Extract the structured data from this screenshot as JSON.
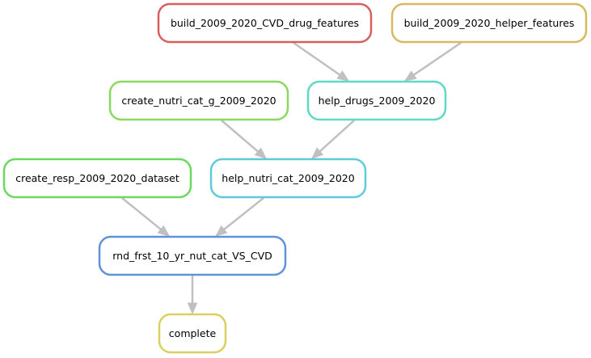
{
  "nodes": [
    {
      "id": "build_cvd",
      "label": "build_2009_2020_CVD_drug_features",
      "color": "#d95f5f"
    },
    {
      "id": "build_helper",
      "label": "build_2009_2020_helper_features",
      "color": "#d9b85f"
    },
    {
      "id": "create_nutri",
      "label": "create_nutri_cat_g_2009_2020",
      "color": "#8ad95f"
    },
    {
      "id": "help_drugs",
      "label": "help_drugs_2009_2020",
      "color": "#5fd9c4"
    },
    {
      "id": "create_resp",
      "label": "create_resp_2009_2020_dataset",
      "color": "#6ad95f"
    },
    {
      "id": "help_nutri",
      "label": "help_nutri_cat_2009_2020",
      "color": "#5fcbd9"
    },
    {
      "id": "rnd_frst",
      "label": "rnd_frst_10_yr_nut_cat_VS_CVD",
      "color": "#5f93d9"
    },
    {
      "id": "complete",
      "label": "complete",
      "color": "#d9d05f"
    }
  ],
  "edges": [
    {
      "from": "build_cvd",
      "to": "help_drugs"
    },
    {
      "from": "build_helper",
      "to": "help_drugs"
    },
    {
      "from": "create_nutri",
      "to": "help_nutri"
    },
    {
      "from": "help_drugs",
      "to": "help_nutri"
    },
    {
      "from": "create_resp",
      "to": "rnd_frst"
    },
    {
      "from": "help_nutri",
      "to": "rnd_frst"
    },
    {
      "from": "rnd_frst",
      "to": "complete"
    }
  ],
  "edge_color": "#c0c0c0"
}
